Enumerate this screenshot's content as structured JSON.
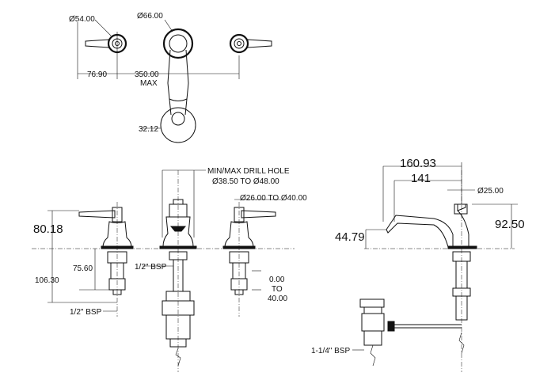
{
  "dimensions": {
    "handle_diameter": "Ø54.00",
    "spout_diameter": "Ø66.00",
    "offset_76": "76.90",
    "spacing_max": "350.00",
    "spacing_max_label": "MAX",
    "spout_tip": "32.12",
    "drill_hole_title": "MIN/MAX DRILL HOLE",
    "drill_hole_range": "Ø38.50 TO Ø48.00",
    "handle_drill_range": "Ø26.00 TO Ø40.00",
    "height_80": "80.18",
    "height_75": "75.60",
    "height_106": "106.30",
    "bsp_center": "1/2\" BSP",
    "bsp_left": "1/2\" BSP",
    "adjust_0": "0.00",
    "adjust_to": "TO",
    "adjust_40": "40.00",
    "reach_160": "160.93",
    "reach_141": "141",
    "base_diameter": "Ø25.00",
    "spout_height_44": "44.79",
    "total_height_92": "92.50",
    "waste_bsp": "1-1/4\" BSP"
  }
}
